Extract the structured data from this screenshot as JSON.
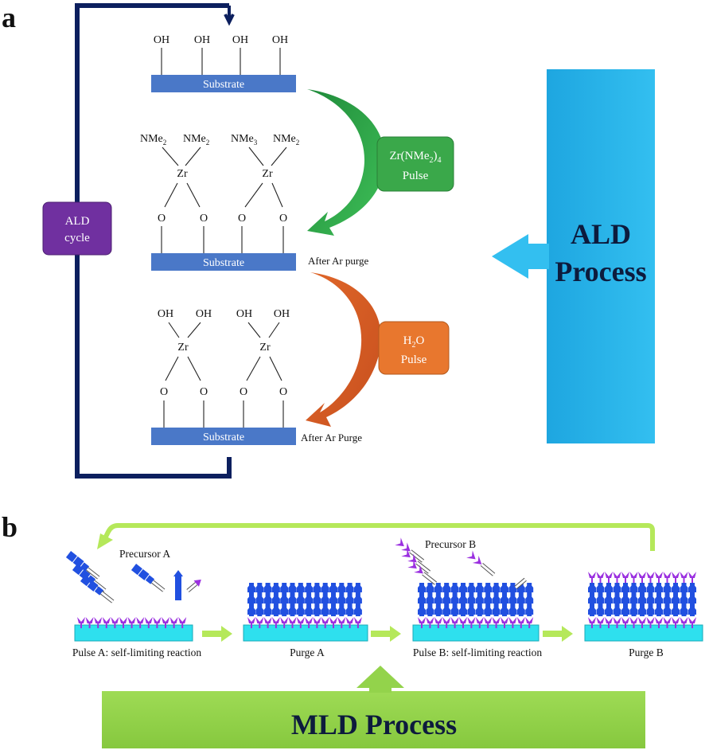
{
  "panel_a": {
    "label": "a",
    "ald_cycle": [
      "ALD",
      "cycle"
    ],
    "substrate": "Substrate",
    "oh": "OH",
    "nme": "NMe",
    "nme_sub": "2",
    "nme_alt_sub": "3",
    "zr": "Zr",
    "o": "O",
    "zr_pulse": {
      "pre": "Zr(NMe",
      "sub1": "2",
      "mid": ")",
      "sub2": "4",
      "line2": "Pulse"
    },
    "after_purge_1": "After Ar purge",
    "h2o_pulse": {
      "h": "H",
      "sub": "2",
      "o": "O",
      "line2": "Pulse"
    },
    "after_purge_2": "After Ar Purge",
    "process": [
      "ALD",
      "Process"
    ],
    "colors": {
      "cycle_line": "#0c1f5e",
      "substrate": "#4a78c8",
      "cycle_box": "#7030a0",
      "zr_pulse": "#3aa84a",
      "h2o_pulse": "#e8772e",
      "process_bar": "#29b6ea"
    }
  },
  "panel_b": {
    "label": "b",
    "precursor_a": "Precursor A",
    "precursor_b": "Precursor B",
    "steps": [
      "Pulse A: self-limiting reaction",
      "Purge A",
      "Pulse B: self-limiting reaction",
      "Purge B"
    ],
    "process": "MLD Process",
    "colors": {
      "substrate": "#2ee0ee",
      "precursor_a": "#2150e0",
      "precursor_b": "#9b30e0",
      "arrow": "#b5e85a",
      "process_bar": "#93d34b"
    }
  }
}
